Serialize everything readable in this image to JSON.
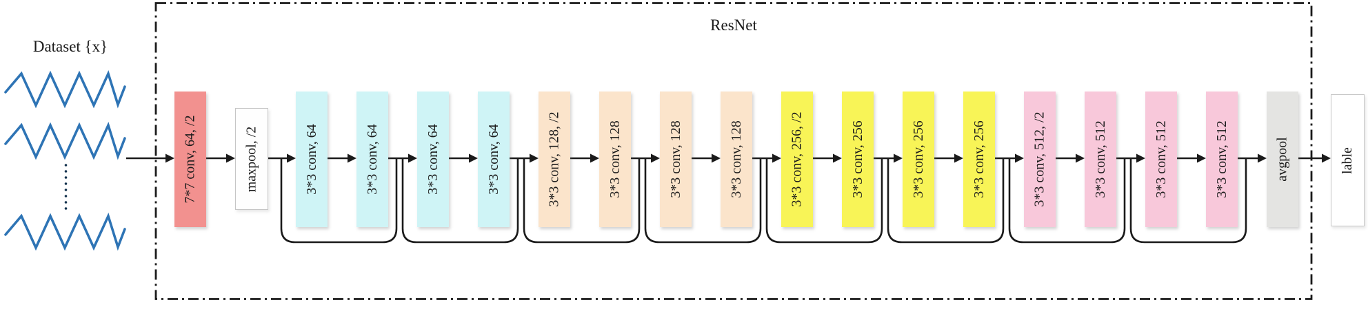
{
  "title": "ResNet",
  "dataset": {
    "label": "Dataset {x}",
    "icon": "waveform-icon",
    "wave_color": "#2E74B5"
  },
  "output": {
    "label": "lable"
  },
  "colors": {
    "stem": "#F2918F",
    "pool": "#FEFEFE",
    "c64": "#CFF4F6",
    "c128": "#FBE4CB",
    "c256": "#F8F457",
    "c512": "#F8C8DA",
    "avgpool": "#E4E4E2",
    "line": "#1a1a1a"
  },
  "layers": [
    {
      "label": "7*7 conv, 64, /2",
      "stage": "stem"
    },
    {
      "label": "maxpool, /2",
      "stage": "pool"
    },
    {
      "label": "3*3 conv, 64",
      "stage": "c64"
    },
    {
      "label": "3*3 conv, 64",
      "stage": "c64"
    },
    {
      "label": "3*3 conv, 64",
      "stage": "c64"
    },
    {
      "label": "3*3 conv, 64",
      "stage": "c64"
    },
    {
      "label": "3*3 conv, 128, /2",
      "stage": "c128"
    },
    {
      "label": "3*3 conv, 128",
      "stage": "c128"
    },
    {
      "label": "3*3 conv, 128",
      "stage": "c128"
    },
    {
      "label": "3*3 conv, 128",
      "stage": "c128"
    },
    {
      "label": "3*3 conv, 256, /2",
      "stage": "c256"
    },
    {
      "label": "3*3 conv, 256",
      "stage": "c256"
    },
    {
      "label": "3*3 conv, 256",
      "stage": "c256"
    },
    {
      "label": "3*3 conv, 256",
      "stage": "c256"
    },
    {
      "label": "3*3 conv, 512, /2",
      "stage": "c512"
    },
    {
      "label": "3*3 conv, 512",
      "stage": "c512"
    },
    {
      "label": "3*3 conv, 512",
      "stage": "c512"
    },
    {
      "label": "3*3 conv, 512",
      "stage": "c512"
    },
    {
      "label": "avgpool",
      "stage": "avgpool"
    }
  ],
  "skip_pairs": [
    [
      2,
      3
    ],
    [
      4,
      5
    ],
    [
      6,
      7
    ],
    [
      8,
      9
    ],
    [
      10,
      11
    ],
    [
      12,
      13
    ],
    [
      14,
      15
    ],
    [
      16,
      17
    ]
  ]
}
